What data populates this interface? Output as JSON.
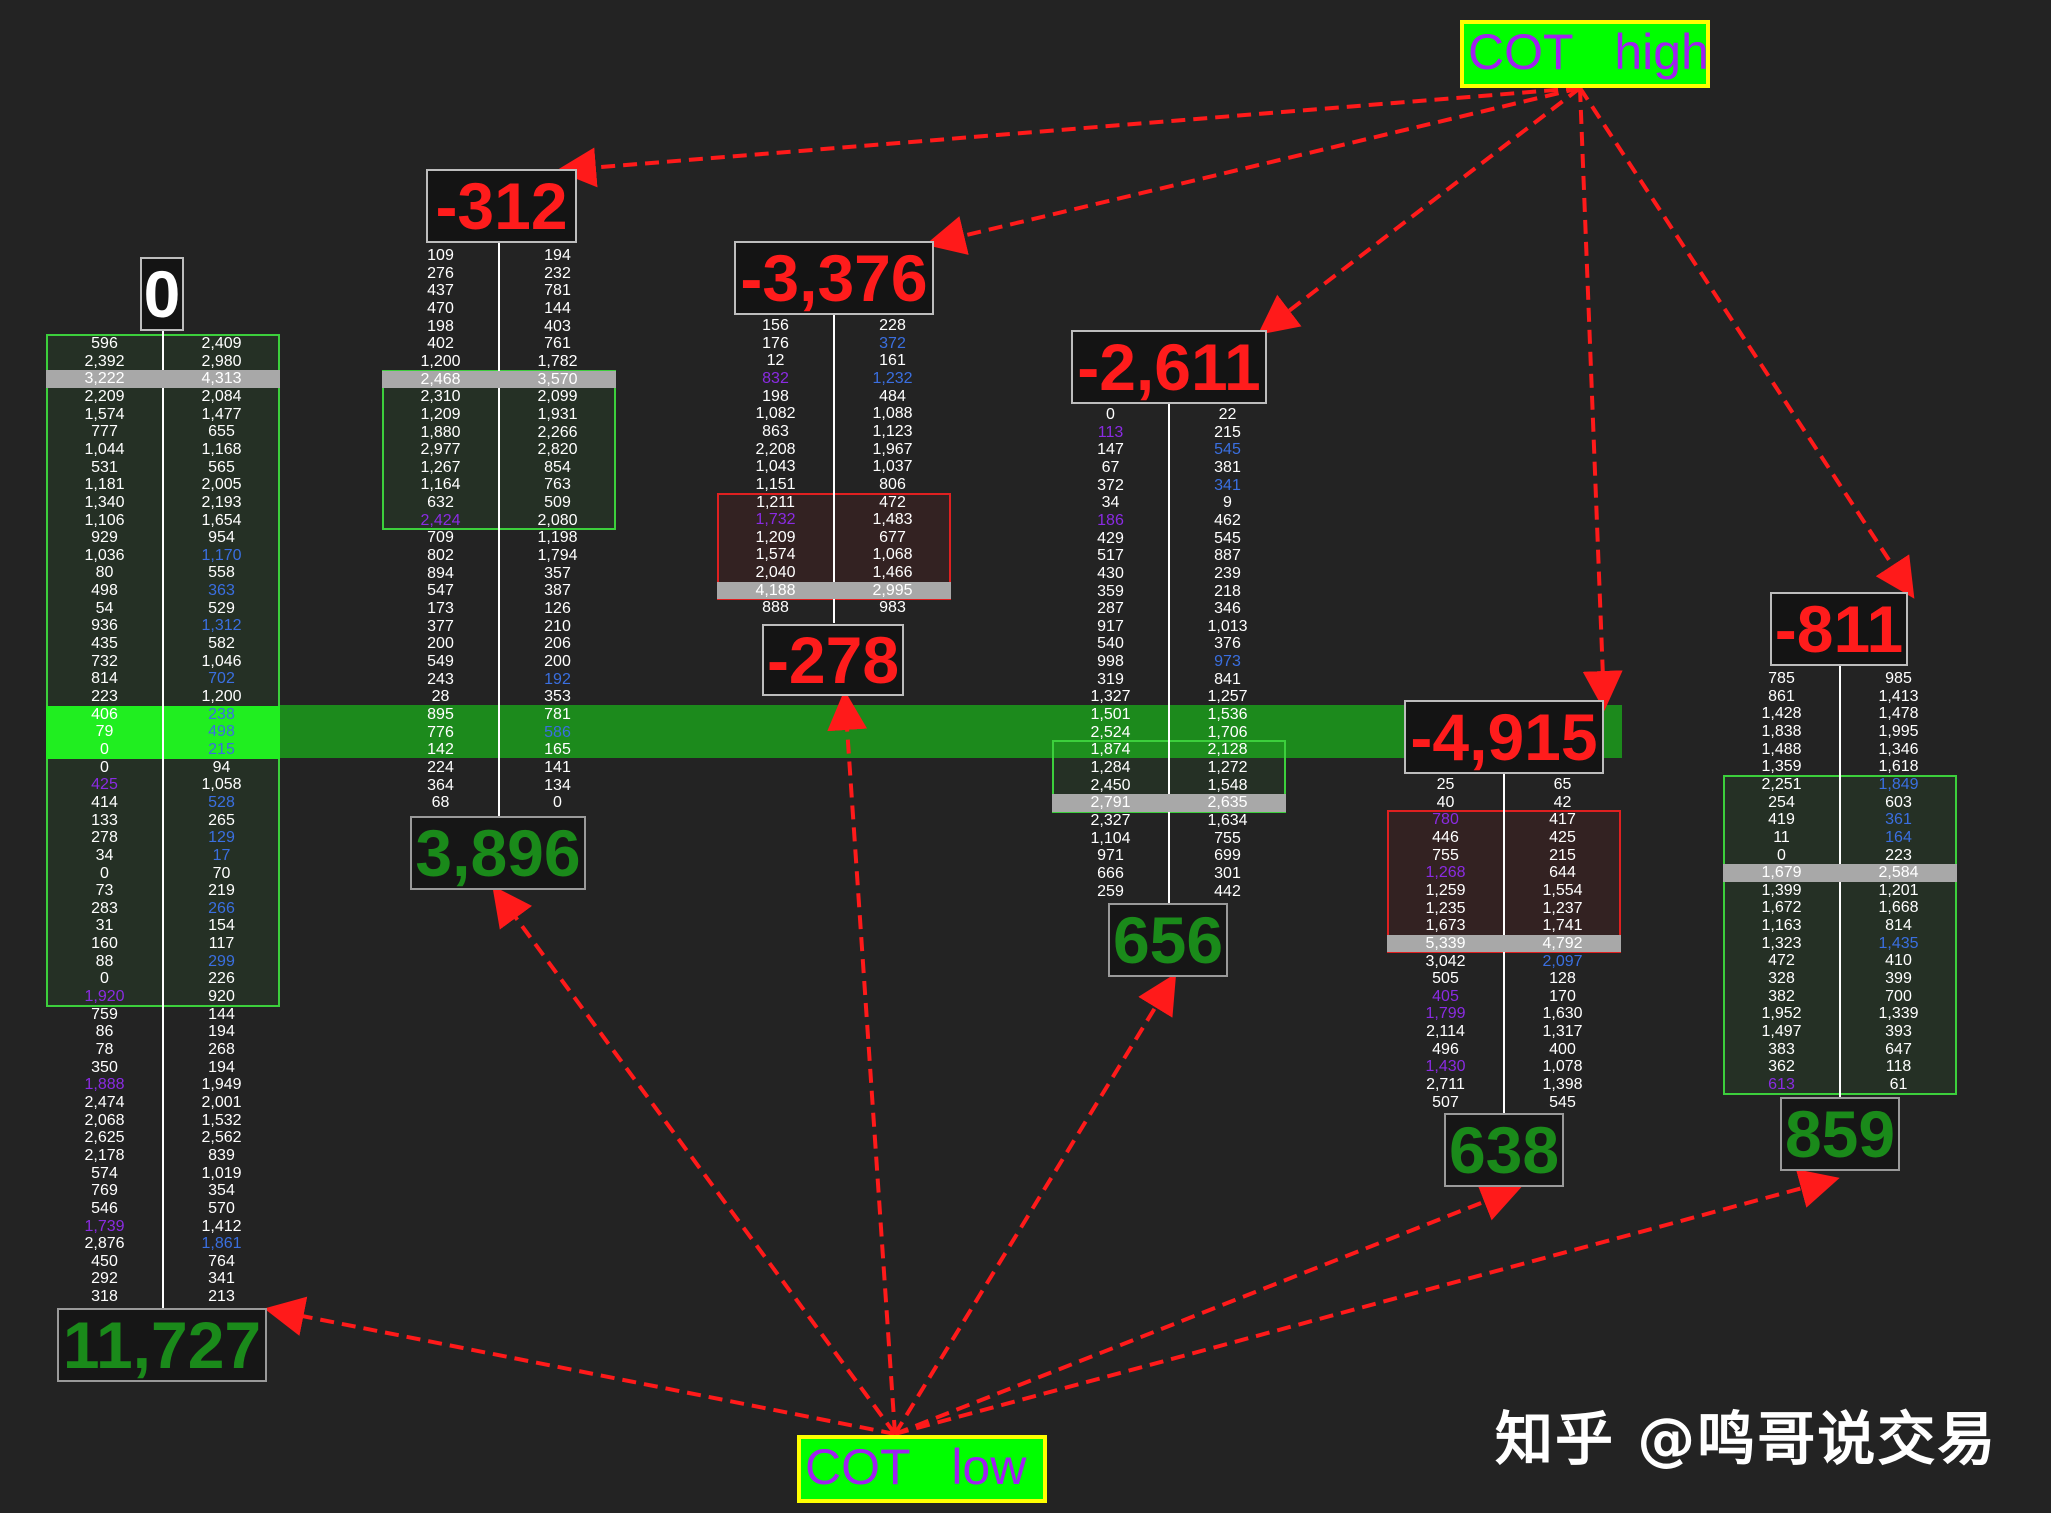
{
  "chart_data": {
    "type": "table",
    "title": "",
    "labels": {
      "cot_high": "COT   high",
      "cot_low": "COT   low",
      "watermark": "知乎 @鸣哥说交易"
    },
    "columns": [
      {
        "delta": "0",
        "volume": "11,727",
        "rows": [
          [
            "596",
            "2,409"
          ],
          [
            "2,392",
            "2,980"
          ],
          [
            "3,222",
            "4,313"
          ],
          [
            "2,209",
            "2,084"
          ],
          [
            "1,574",
            "1,477"
          ],
          [
            "777",
            "655"
          ],
          [
            "1,044",
            "1,168"
          ],
          [
            "531",
            "565"
          ],
          [
            "1,181",
            "2,005"
          ],
          [
            "1,340",
            "2,193"
          ],
          [
            "1,106",
            "1,654"
          ],
          [
            "929",
            "954"
          ],
          [
            "1,036",
            "1,170"
          ],
          [
            "80",
            "558"
          ],
          [
            "498",
            "363"
          ],
          [
            "54",
            "529"
          ],
          [
            "936",
            "1,312"
          ],
          [
            "435",
            "582"
          ],
          [
            "732",
            "1,046"
          ],
          [
            "814",
            "702"
          ],
          [
            "223",
            "1,200"
          ],
          [
            "406",
            "238"
          ],
          [
            "79",
            "498"
          ],
          [
            "0",
            "215"
          ],
          [
            "0",
            "94"
          ],
          [
            "425",
            "1,058"
          ],
          [
            "414",
            "528"
          ],
          [
            "133",
            "265"
          ],
          [
            "278",
            "129"
          ],
          [
            "34",
            "17"
          ],
          [
            "0",
            "70"
          ],
          [
            "73",
            "219"
          ],
          [
            "283",
            "266"
          ],
          [
            "31",
            "154"
          ],
          [
            "160",
            "117"
          ],
          [
            "88",
            "299"
          ],
          [
            "0",
            "226"
          ],
          [
            "1,920",
            "920"
          ],
          [
            "759",
            "144"
          ],
          [
            "86",
            "194"
          ],
          [
            "78",
            "268"
          ],
          [
            "350",
            "194"
          ],
          [
            "1,888",
            "1,949"
          ],
          [
            "2,474",
            "2,001"
          ],
          [
            "2,068",
            "1,532"
          ],
          [
            "2,625",
            "2,562"
          ],
          [
            "2,178",
            "839"
          ],
          [
            "574",
            "1,019"
          ],
          [
            "769",
            "354"
          ],
          [
            "546",
            "570"
          ],
          [
            "1,739",
            "1,412"
          ],
          [
            "2,876",
            "1,861"
          ],
          [
            "450",
            "764"
          ],
          [
            "292",
            "341"
          ],
          [
            "318",
            "213"
          ]
        ],
        "poc_row": 2,
        "bright_rows": [
          21,
          22,
          23
        ],
        "highlight": [
          [
            12,
            "r",
            "blue"
          ],
          [
            14,
            "r",
            "blue"
          ],
          [
            16,
            "r",
            "blue"
          ],
          [
            19,
            "r",
            "blue"
          ],
          [
            21,
            "r",
            "blue"
          ],
          [
            22,
            "r",
            "blue"
          ],
          [
            23,
            "r",
            "blue"
          ],
          [
            25,
            "l",
            "purple"
          ],
          [
            26,
            "r",
            "blue"
          ],
          [
            28,
            "r",
            "blue"
          ],
          [
            29,
            "r",
            "blue"
          ],
          [
            32,
            "r",
            "blue"
          ],
          [
            35,
            "r",
            "blue"
          ],
          [
            37,
            "l",
            "purple"
          ],
          [
            42,
            "l",
            "purple"
          ],
          [
            50,
            "l",
            "purple"
          ],
          [
            51,
            "r",
            "blue"
          ]
        ],
        "zones": [
          {
            "from": 0,
            "to": 37,
            "color": "green"
          }
        ]
      },
      {
        "delta": "-312",
        "volume": "3,896",
        "rows": [
          [
            "109",
            "194"
          ],
          [
            "276",
            "232"
          ],
          [
            "437",
            "781"
          ],
          [
            "470",
            "144"
          ],
          [
            "198",
            "403"
          ],
          [
            "402",
            "761"
          ],
          [
            "1,200",
            "1,782"
          ],
          [
            "2,468",
            "3,570"
          ],
          [
            "2,310",
            "2,099"
          ],
          [
            "1,209",
            "1,931"
          ],
          [
            "1,880",
            "2,266"
          ],
          [
            "2,977",
            "2,820"
          ],
          [
            "1,267",
            "854"
          ],
          [
            "1,164",
            "763"
          ],
          [
            "632",
            "509"
          ],
          [
            "2,424",
            "2,080"
          ],
          [
            "709",
            "1,198"
          ],
          [
            "802",
            "1,794"
          ],
          [
            "894",
            "357"
          ],
          [
            "547",
            "387"
          ],
          [
            "173",
            "126"
          ],
          [
            "377",
            "210"
          ],
          [
            "200",
            "206"
          ],
          [
            "549",
            "200"
          ],
          [
            "243",
            "192"
          ],
          [
            "28",
            "353"
          ],
          [
            "895",
            "781"
          ],
          [
            "776",
            "586"
          ],
          [
            "142",
            "165"
          ],
          [
            "224",
            "141"
          ],
          [
            "364",
            "134"
          ],
          [
            "68",
            "0"
          ]
        ],
        "poc_row": 7,
        "bright_rows": [],
        "highlight": [
          [
            15,
            "l",
            "purple"
          ],
          [
            24,
            "r",
            "blue"
          ],
          [
            27,
            "r",
            "blue"
          ]
        ],
        "zones": [
          {
            "from": 7,
            "to": 15,
            "color": "green"
          }
        ]
      },
      {
        "delta": "-3,376",
        "volume": "-278",
        "volume_negative": true,
        "rows": [
          [
            "156",
            "228"
          ],
          [
            "176",
            "372"
          ],
          [
            "12",
            "161"
          ],
          [
            "832",
            "1,232"
          ],
          [
            "198",
            "484"
          ],
          [
            "1,082",
            "1,088"
          ],
          [
            "863",
            "1,123"
          ],
          [
            "2,208",
            "1,967"
          ],
          [
            "1,043",
            "1,037"
          ],
          [
            "1,151",
            "806"
          ],
          [
            "1,211",
            "472"
          ],
          [
            "1,732",
            "1,483"
          ],
          [
            "1,209",
            "677"
          ],
          [
            "1,574",
            "1,068"
          ],
          [
            "2,040",
            "1,466"
          ],
          [
            "4,188",
            "2,995"
          ],
          [
            "888",
            "983"
          ]
        ],
        "poc_row": 15,
        "bright_rows": [],
        "highlight": [
          [
            1,
            "r",
            "blue"
          ],
          [
            3,
            "l",
            "purple"
          ],
          [
            3,
            "r",
            "blue"
          ],
          [
            11,
            "l",
            "purple"
          ],
          [
            15,
            "r",
            "blue"
          ]
        ],
        "zones": [
          {
            "from": 10,
            "to": 15,
            "color": "red"
          }
        ]
      },
      {
        "delta": "-2,611",
        "volume": "656",
        "rows": [
          [
            "0",
            "22"
          ],
          [
            "113",
            "215"
          ],
          [
            "147",
            "545"
          ],
          [
            "67",
            "381"
          ],
          [
            "372",
            "341"
          ],
          [
            "34",
            "9"
          ],
          [
            "186",
            "462"
          ],
          [
            "429",
            "545"
          ],
          [
            "517",
            "887"
          ],
          [
            "430",
            "239"
          ],
          [
            "359",
            "218"
          ],
          [
            "287",
            "346"
          ],
          [
            "917",
            "1,013"
          ],
          [
            "540",
            "376"
          ],
          [
            "998",
            "973"
          ],
          [
            "319",
            "841"
          ],
          [
            "1,327",
            "1,257"
          ],
          [
            "1,501",
            "1,536"
          ],
          [
            "2,524",
            "1,706"
          ],
          [
            "1,874",
            "2,128"
          ],
          [
            "1,284",
            "1,272"
          ],
          [
            "2,450",
            "1,548"
          ],
          [
            "2,791",
            "2,635"
          ],
          [
            "2,327",
            "1,634"
          ],
          [
            "1,104",
            "755"
          ],
          [
            "971",
            "699"
          ],
          [
            "666",
            "301"
          ],
          [
            "259",
            "442"
          ]
        ],
        "poc_row": 22,
        "bright_rows": [],
        "highlight": [
          [
            1,
            "l",
            "purple"
          ],
          [
            2,
            "r",
            "blue"
          ],
          [
            4,
            "r",
            "blue"
          ],
          [
            6,
            "l",
            "purple"
          ],
          [
            14,
            "r",
            "blue"
          ]
        ],
        "zones": [
          {
            "from": 19,
            "to": 22,
            "color": "green"
          }
        ]
      },
      {
        "delta": "-4,915",
        "volume": "638",
        "rows": [
          [
            "25",
            "65"
          ],
          [
            "40",
            "42"
          ],
          [
            "780",
            "417"
          ],
          [
            "446",
            "425"
          ],
          [
            "755",
            "215"
          ],
          [
            "1,268",
            "644"
          ],
          [
            "1,259",
            "1,554"
          ],
          [
            "1,235",
            "1,237"
          ],
          [
            "1,673",
            "1,741"
          ],
          [
            "5,339",
            "4,792"
          ],
          [
            "3,042",
            "2,097"
          ],
          [
            "505",
            "128"
          ],
          [
            "405",
            "170"
          ],
          [
            "1,799",
            "1,630"
          ],
          [
            "2,114",
            "1,317"
          ],
          [
            "496",
            "400"
          ],
          [
            "1,430",
            "1,078"
          ],
          [
            "2,711",
            "1,398"
          ],
          [
            "507",
            "545"
          ]
        ],
        "poc_row": 9,
        "bright_rows": [],
        "highlight": [
          [
            2,
            "l",
            "purple"
          ],
          [
            5,
            "l",
            "purple"
          ],
          [
            9,
            "l",
            "purple"
          ],
          [
            10,
            "r",
            "blue"
          ],
          [
            12,
            "l",
            "purple"
          ],
          [
            13,
            "l",
            "purple"
          ],
          [
            16,
            "l",
            "purple"
          ]
        ],
        "zones": [
          {
            "from": 2,
            "to": 9,
            "color": "red"
          }
        ]
      },
      {
        "delta": "-811",
        "volume": "859",
        "rows": [
          [
            "785",
            "985"
          ],
          [
            "861",
            "1,413"
          ],
          [
            "1,428",
            "1,478"
          ],
          [
            "1,838",
            "1,995"
          ],
          [
            "1,488",
            "1,346"
          ],
          [
            "1,359",
            "1,618"
          ],
          [
            "2,251",
            "1,849"
          ],
          [
            "254",
            "603"
          ],
          [
            "419",
            "361"
          ],
          [
            "11",
            "164"
          ],
          [
            "0",
            "223"
          ],
          [
            "1,679",
            "2,584"
          ],
          [
            "1,399",
            "1,201"
          ],
          [
            "1,672",
            "1,668"
          ],
          [
            "1,163",
            "814"
          ],
          [
            "1,323",
            "1,435"
          ],
          [
            "472",
            "410"
          ],
          [
            "328",
            "399"
          ],
          [
            "382",
            "700"
          ],
          [
            "1,952",
            "1,339"
          ],
          [
            "1,497",
            "393"
          ],
          [
            "383",
            "647"
          ],
          [
            "362",
            "118"
          ],
          [
            "613",
            "61"
          ]
        ],
        "poc_row": 11,
        "bright_rows": [],
        "highlight": [
          [
            6,
            "r",
            "blue"
          ],
          [
            8,
            "r",
            "blue"
          ],
          [
            9,
            "r",
            "blue"
          ],
          [
            11,
            "l",
            "purple"
          ],
          [
            15,
            "r",
            "blue"
          ],
          [
            23,
            "l",
            "purple"
          ]
        ],
        "zones": [
          {
            "from": 6,
            "to": 23,
            "color": "green"
          }
        ]
      }
    ],
    "colors": {
      "background": "#232323",
      "delta_negative": "#ff1c1c",
      "volume": "#1a8a1a",
      "band": "#1c8a1c",
      "band_bright": "#20ee20",
      "arrow": "#ff1a1a",
      "cot_fill": "#00ff00",
      "cot_border": "#ffff00",
      "cot_text": "#a020f0"
    }
  }
}
